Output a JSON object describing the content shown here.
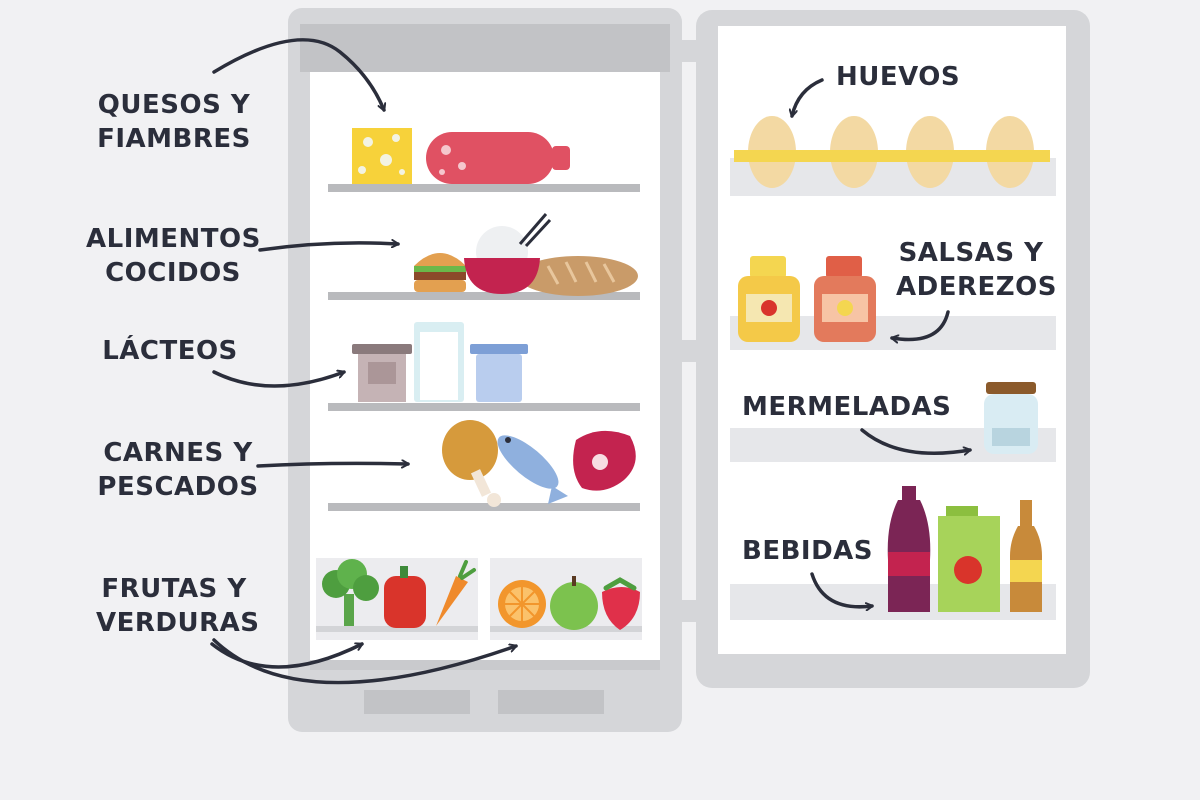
{
  "labels": {
    "quesos": [
      "QUESOS Y",
      "FIAMBRES"
    ],
    "alimentos": [
      "ALIMENTOS",
      "COCIDOS"
    ],
    "lacteos": [
      "LÁCTEOS"
    ],
    "carnes": [
      "CARNES Y",
      "PESCADOS"
    ],
    "frutas": [
      "FRUTAS Y",
      "VERDURAS"
    ],
    "huevos": [
      "HUEVOS"
    ],
    "salsas": [
      "SALSAS Y",
      "ADEREZOS"
    ],
    "mermeladas": [
      "MERMELADAS"
    ],
    "bebidas": [
      "BEBIDAS"
    ]
  },
  "colors": {
    "background": "#f1f1f3",
    "fridge_frame": "#d5d6d9",
    "fridge_interior": "#ffffff",
    "shelf": "#b9babd",
    "text": "#2b2e3b",
    "arrow": "#2b2e3b",
    "egg": "#f3d9a3",
    "egg_tray": "#f4d650",
    "cheese": "#f7d23a",
    "salami": "#e05163",
    "bread": "#c99b69",
    "soda": "#7b2555",
    "juice_box": "#a7d35a",
    "beer": "#c88a3a"
  },
  "icons": [
    "cheese-icon",
    "salami-icon",
    "burger-icon",
    "rice-bowl-icon",
    "bread-icon",
    "yogurt-icon",
    "milk-glass-icon",
    "cup-icon",
    "chicken-leg-icon",
    "fish-icon",
    "steak-icon",
    "broccoli-icon",
    "pepper-icon",
    "carrot-icon",
    "orange-icon",
    "apple-icon",
    "strawberry-icon",
    "eggs-icon",
    "sauce-jar-icon",
    "jam-jar-icon",
    "soda-bottle-icon",
    "juice-box-icon",
    "beer-bottle-icon"
  ]
}
